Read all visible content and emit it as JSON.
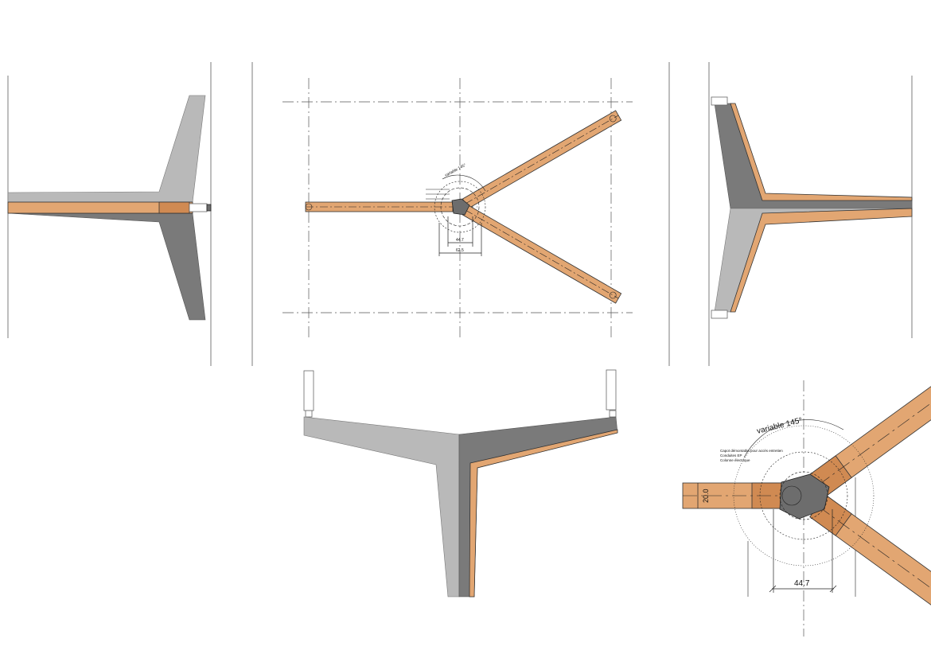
{
  "annotations": {
    "angle_label": "variable 145°",
    "dim_node_inner": "44.7",
    "dim_node_outer": "62.5",
    "dim_beam_height": "20.0",
    "note_lines": [
      "Capot démontable pour accès entretien",
      "Conduites EP",
      "Colonne électrique"
    ]
  },
  "colors": {
    "wood": "#e2a672",
    "wood_dark": "#d08a52",
    "concrete_light": "#b9b9b9",
    "concrete_dark": "#7a7a7a",
    "steel_node": "#6d6d6d",
    "background": "#ffffff"
  }
}
